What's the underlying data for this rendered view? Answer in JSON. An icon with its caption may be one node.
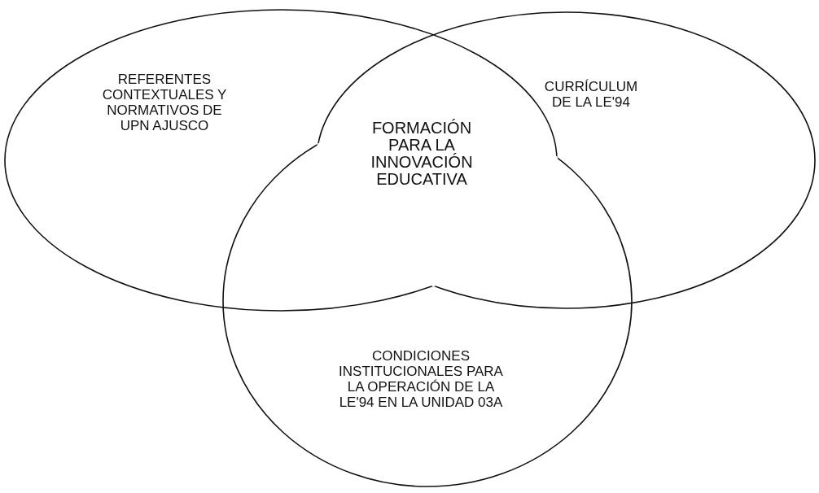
{
  "diagram": {
    "nodes": [
      {
        "text": [
          "REFERENTES CONTEXTUALES Y NORMATIVOS DE UPN AJUSCO"
        ]
      },
      {
        "text": [
          "CURRÍCULUM DE LA LE'94"
        ]
      },
      {
        "text": [
          "CONDICIONES INSTITUCIONALES PARA LA OPERACIÓN DE LA LE'94 EN LA UNIDAD 03A"
        ]
      }
    ],
    "labels": [
      "FORMACIÓN PARA LA INNOVACIÓN EDUCATIVA"
    ]
  }
}
